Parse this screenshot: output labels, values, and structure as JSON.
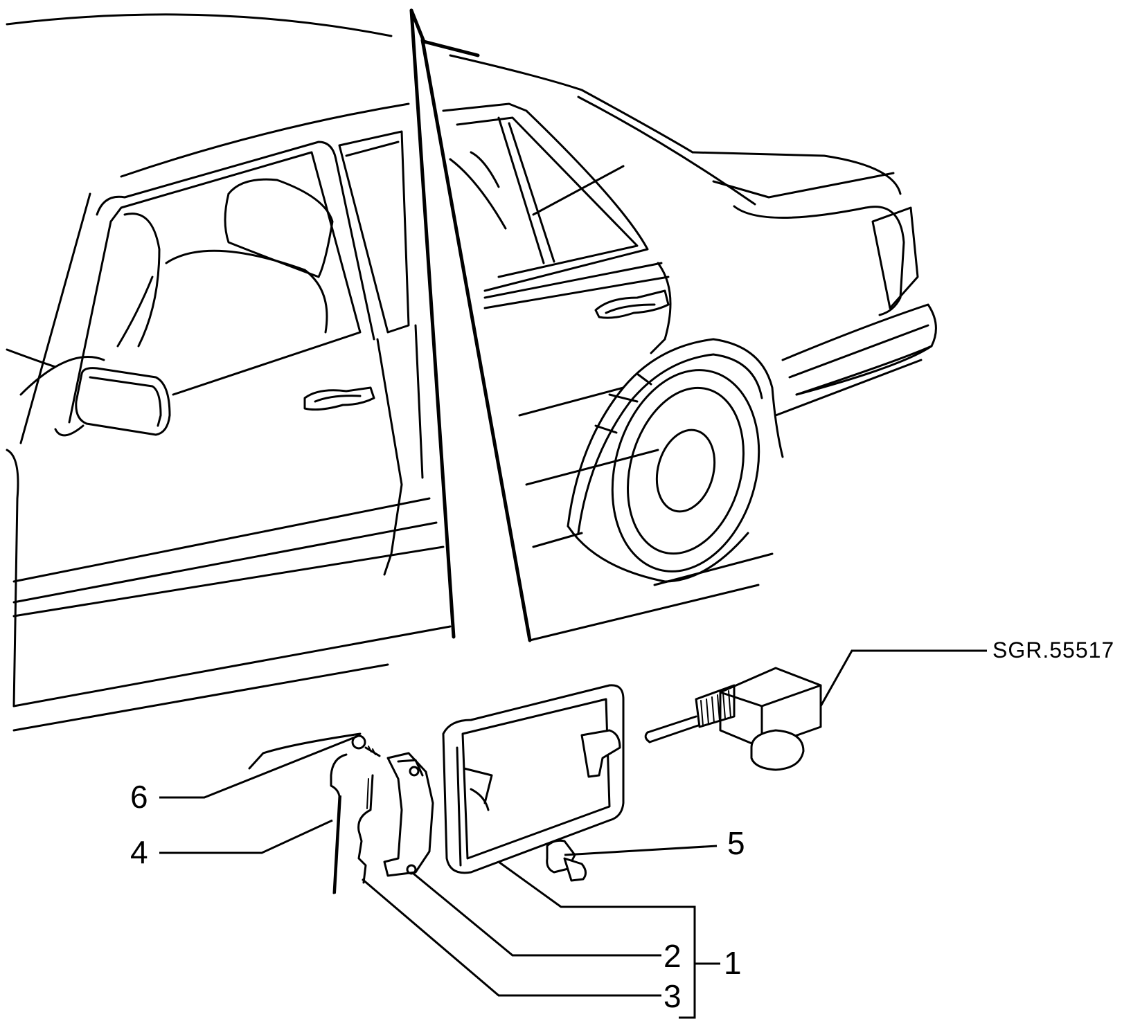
{
  "figure": {
    "reference_code": "SGR.55517"
  },
  "callouts": {
    "c1": "1",
    "c2": "2",
    "c3": "3",
    "c4": "4",
    "c5": "5",
    "c6": "6"
  }
}
